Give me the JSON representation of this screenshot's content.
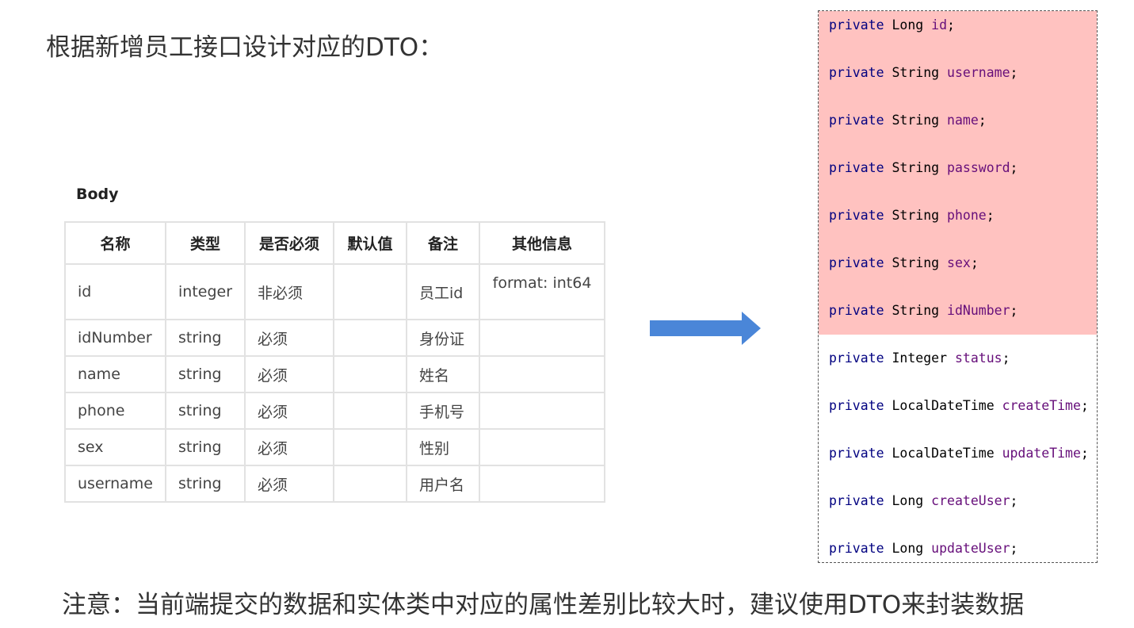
{
  "title": "根据新增员工接口设计对应的DTO：",
  "body_label": "Body",
  "table": {
    "headers": [
      "名称",
      "类型",
      "是否必须",
      "默认值",
      "备注",
      "其他信息"
    ],
    "rows": [
      [
        "id",
        "integer",
        "非必须",
        "",
        "员工id",
        "format: int64"
      ],
      [
        "idNumber",
        "string",
        "必须",
        "",
        "身份证",
        ""
      ],
      [
        "name",
        "string",
        "必须",
        "",
        "姓名",
        ""
      ],
      [
        "phone",
        "string",
        "必须",
        "",
        "手机号",
        ""
      ],
      [
        "sex",
        "string",
        "必须",
        "",
        "性别",
        ""
      ],
      [
        "username",
        "string",
        "必须",
        "",
        "用户名",
        ""
      ]
    ]
  },
  "code": {
    "lines": [
      {
        "kw": "private",
        "type": "Long",
        "field": "id"
      },
      {
        "kw": "private",
        "type": "String",
        "field": "username"
      },
      {
        "kw": "private",
        "type": "String",
        "field": "name"
      },
      {
        "kw": "private",
        "type": "String",
        "field": "password"
      },
      {
        "kw": "private",
        "type": "String",
        "field": "phone"
      },
      {
        "kw": "private",
        "type": "String",
        "field": "sex"
      },
      {
        "kw": "private",
        "type": "String",
        "field": "idNumber"
      },
      {
        "kw": "private",
        "type": "Integer",
        "field": "status"
      },
      {
        "kw": "private",
        "type": "LocalDateTime",
        "field": "createTime"
      },
      {
        "kw": "private",
        "type": "LocalDateTime",
        "field": "updateTime"
      },
      {
        "kw": "private",
        "type": "Long",
        "field": "createUser"
      },
      {
        "kw": "private",
        "type": "Long",
        "field": "updateUser"
      }
    ],
    "highlight_color": "#ffc2c0",
    "highlighted_count": 7
  },
  "arrow_color": "#4a86d8",
  "note": "注意：当前端提交的数据和实体类中对应的属性差别比较大时，建议使用DTO来封装数据"
}
